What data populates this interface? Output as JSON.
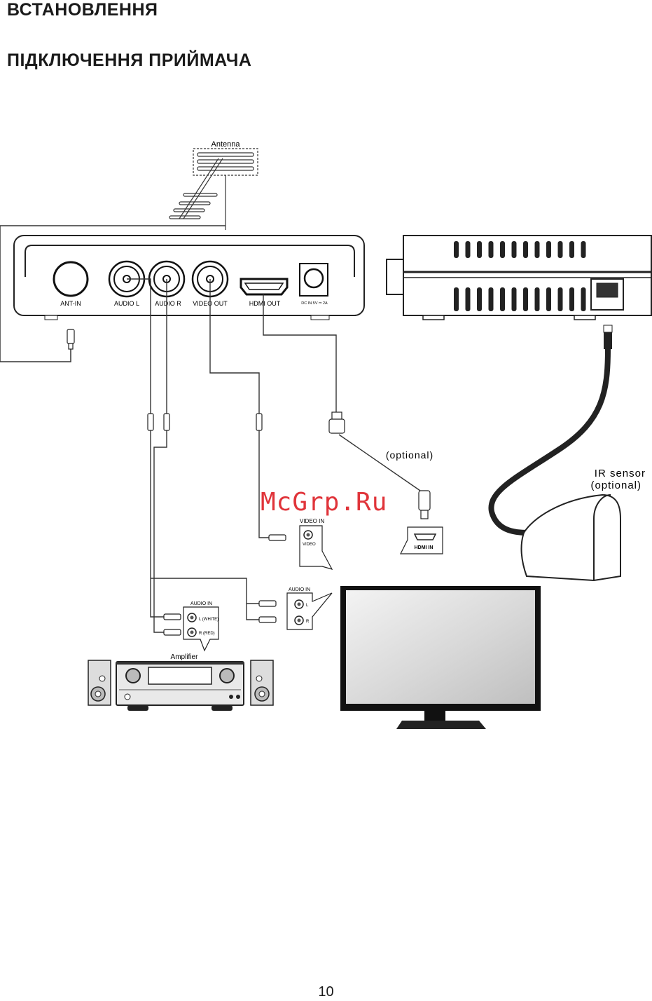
{
  "header": {
    "section_title": "ВСТАНОВЛЕННЯ",
    "subtitle": "ПІДКЛЮЧЕННЯ ПРИЙМАЧА"
  },
  "diagram": {
    "antenna_label": "Antenna",
    "ports": {
      "ant_in": "ANT-IN",
      "audio_l": "AUDIO L",
      "audio_r": "AUDIO R",
      "video_out": "VIDEO OUT",
      "hdmi_out": "HDMI OUT",
      "dc_in": "DC IN 5V ⎓ 2A"
    },
    "optional_label": "(optional)",
    "ir_sensor_label": "IR sensor",
    "ir_optional_label": "(optional)",
    "video_in_panel": {
      "title": "VIDEO IN",
      "port": "VIDEO"
    },
    "hdmi_in_label": "HDMI IN",
    "audio_in_tv": {
      "title": "AUDIO IN",
      "left": "L",
      "right": "R"
    },
    "audio_in_amp": {
      "title": "AUDIO IN",
      "left": "L (WHITE)",
      "right": "R (RED)"
    },
    "amplifier_label": "Amplifier"
  },
  "watermark": "McGrp.Ru",
  "footer": {
    "page_number": "10"
  }
}
